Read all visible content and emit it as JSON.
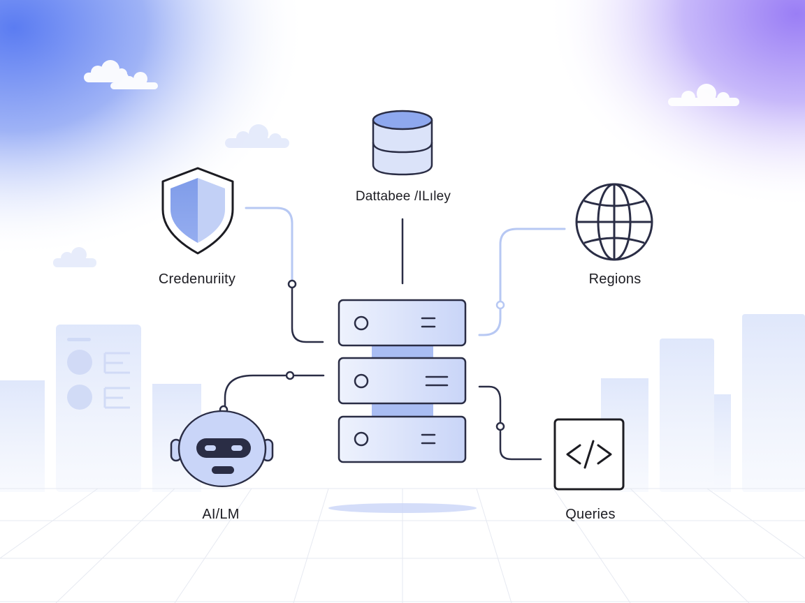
{
  "nodes": {
    "database": {
      "label": "Dattabee /ILıley",
      "icon": "database-icon"
    },
    "credentials": {
      "label": "Credenuriity",
      "icon": "shield-icon"
    },
    "regions": {
      "label": "Regions",
      "icon": "globe-icon"
    },
    "ai": {
      "label": "AI/LM",
      "icon": "robot-icon"
    },
    "queries": {
      "label": "Queries",
      "icon": "code-icon"
    },
    "server": {
      "icon": "server-stack-icon",
      "units": 3
    }
  },
  "colors": {
    "accent": "#8ea8ee",
    "accent_light": "#c9d6f8",
    "stroke": "#2a2d45",
    "connector_light": "#b7c8f3"
  }
}
